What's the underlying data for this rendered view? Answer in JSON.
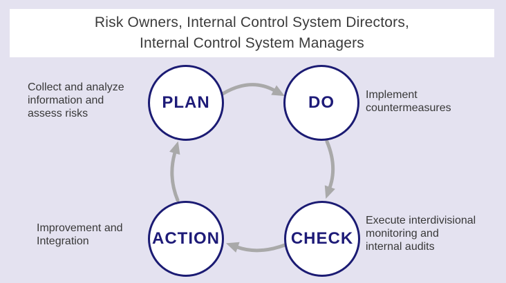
{
  "header": {
    "line1": "Risk Owners, Internal Control System Directors,",
    "line2": "Internal Control System Managers"
  },
  "diagram": {
    "type": "cycle",
    "nodes": [
      {
        "id": "plan",
        "label": "PLAN",
        "description": "Collect and analyze\ninformation and\nassess risks"
      },
      {
        "id": "do",
        "label": "DO",
        "description": "Implement\ncountermeasures"
      },
      {
        "id": "check",
        "label": "CHECK",
        "description": "Execute interdivisional\nmonitoring and\ninternal audits"
      },
      {
        "id": "action",
        "label": "ACTION",
        "description": "Improvement and\nIntegration"
      }
    ],
    "flow": [
      "PLAN → DO",
      "DO → CHECK",
      "CHECK → ACTION",
      "ACTION → PLAN"
    ]
  },
  "colors": {
    "background": "#e4e2f0",
    "panel": "#ffffff",
    "circle_border": "#1b1b73",
    "circle_label": "#1e1b78",
    "arrow": "#a9a9a9",
    "text": "#3b3b3b"
  }
}
